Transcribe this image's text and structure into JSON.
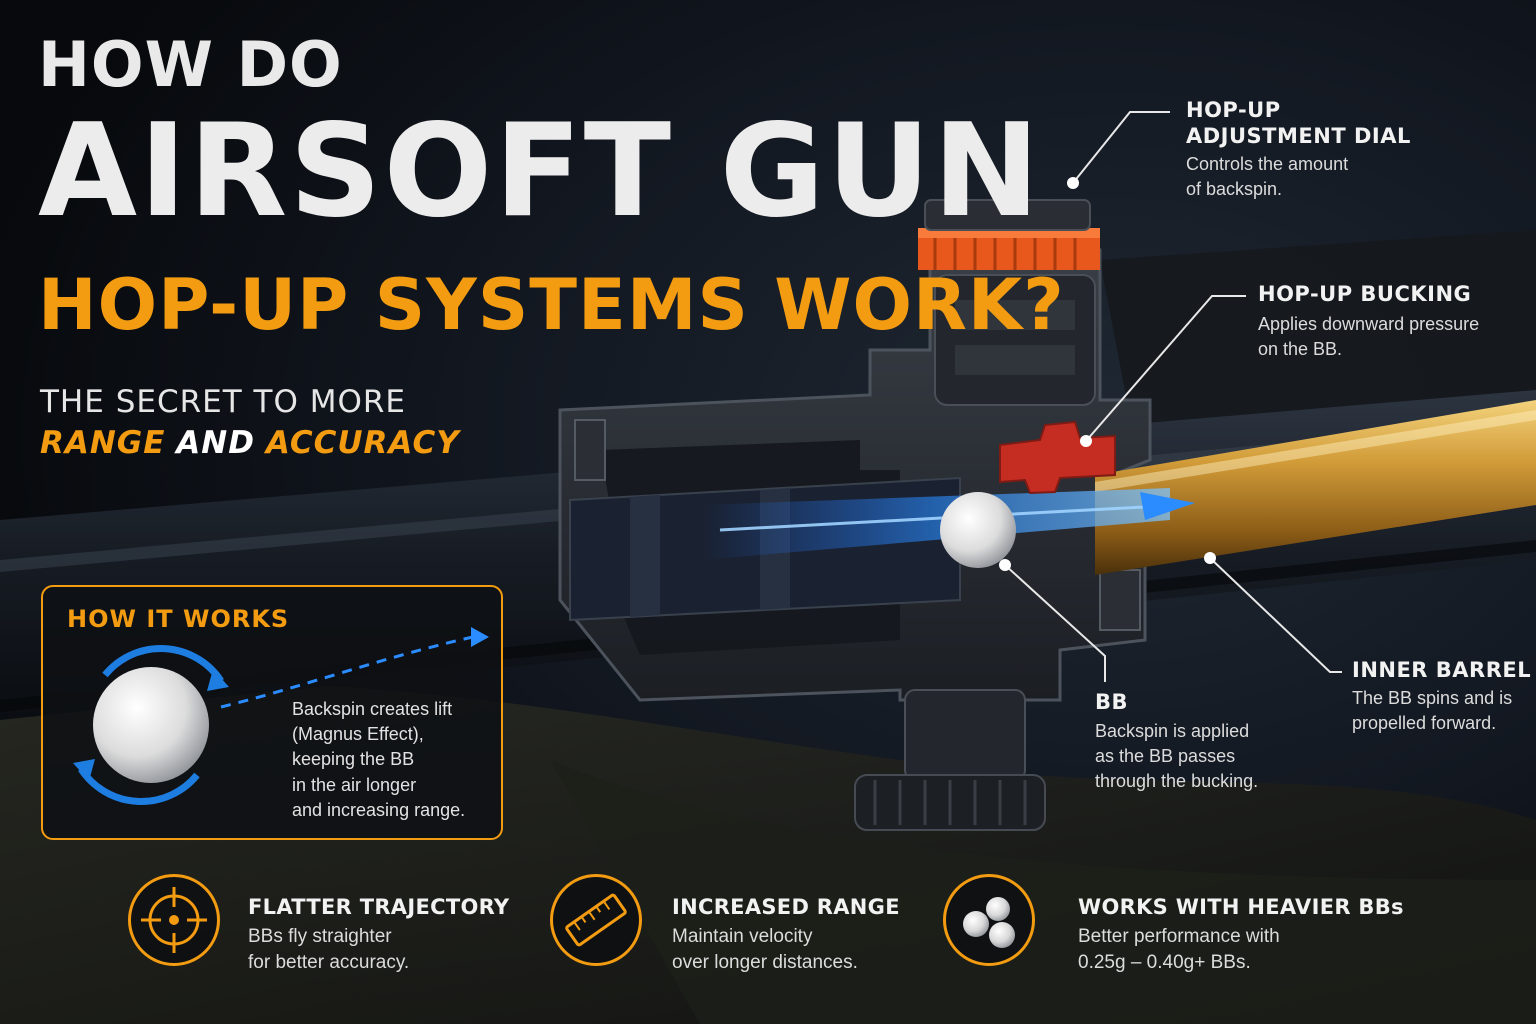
{
  "title": {
    "line1": "HOW DO",
    "line2": "AIRSOFT GUN",
    "line3": "HOP-UP SYSTEMS WORK?"
  },
  "subtitle": {
    "line1": "THE SECRET TO MORE",
    "word_range": "RANGE",
    "word_and": "AND",
    "word_accuracy": "ACCURACY"
  },
  "callouts": {
    "dial": {
      "title1": "HOP-UP",
      "title2": "ADJUSTMENT DIAL",
      "desc1": "Controls the amount",
      "desc2": "of backspin."
    },
    "bucking": {
      "title": "HOP-UP BUCKING",
      "desc1": "Applies downward pressure",
      "desc2": "on the BB."
    },
    "bb": {
      "title": "BB",
      "desc1": "Backspin is applied",
      "desc2": "as the BB passes",
      "desc3": "through the bucking."
    },
    "barrel": {
      "title": "INNER BARREL",
      "desc1": "The BB spins and is",
      "desc2": "propelled forward."
    }
  },
  "how_it_works": {
    "title": "HOW IT WORKS",
    "lines": [
      "Backspin creates lift",
      "(Magnus Effect),",
      "keeping the BB",
      "in the air longer",
      "and increasing range."
    ]
  },
  "benefits": [
    {
      "icon": "crosshair-icon",
      "title": "FLATTER TRAJECTORY",
      "desc1": "BBs fly straighter",
      "desc2": "for better accuracy."
    },
    {
      "icon": "ruler-icon",
      "title": "INCREASED RANGE",
      "desc1": "Maintain velocity",
      "desc2": "over longer distances."
    },
    {
      "icon": "bbs-icon",
      "title": "WORKS WITH HEAVIER BBs",
      "desc1": "Better performance with",
      "desc2": "0.25g – 0.40g+ BBs."
    }
  ],
  "colors": {
    "accent": "#f39c12",
    "dial": "#e8581c",
    "bucking": "#c62d22",
    "barrel": "#c9902e",
    "air_flow": "#2a8cff"
  }
}
